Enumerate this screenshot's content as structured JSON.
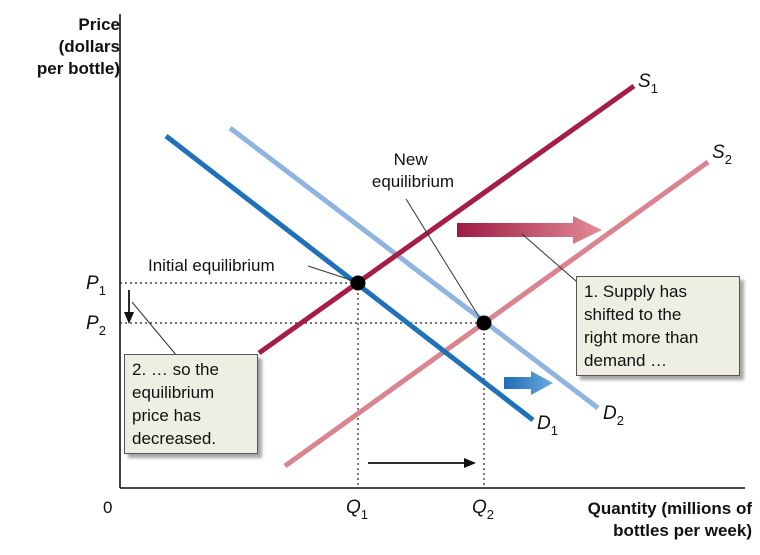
{
  "axes": {
    "y_label_lines": [
      "Price",
      "(dollars",
      "per bottle)"
    ],
    "x_label_lines": [
      "Quantity (millions of",
      "bottles per week)"
    ],
    "origin": "0"
  },
  "ticks": {
    "p1": {
      "main": "P",
      "sub": "1"
    },
    "p2": {
      "main": "P",
      "sub": "2"
    },
    "q1": {
      "main": "Q",
      "sub": "1"
    },
    "q2": {
      "main": "Q",
      "sub": "2"
    }
  },
  "curves": {
    "s1": {
      "main": "S",
      "sub": "1",
      "color": "#a51d48"
    },
    "s2": {
      "main": "S",
      "sub": "2",
      "color": "#d9848e"
    },
    "d1": {
      "main": "D",
      "sub": "1",
      "color": "#1f71b8"
    },
    "d2": {
      "main": "D",
      "sub": "2",
      "color": "#8fb4e0"
    }
  },
  "annotations": {
    "initial_equilibrium": "Initial equilibrium",
    "new_equilibrium_lines": [
      "New",
      "equilibrium"
    ],
    "note1_lines": [
      "1. Supply has",
      "shifted to the",
      "right more than",
      "demand …"
    ],
    "note2_lines": [
      "2. … so the",
      "equilibrium",
      "price has",
      "decreased."
    ]
  },
  "colors": {
    "supply_shift_arrow": "#b8284f",
    "demand_shift_arrow": "#2b7dc4",
    "axis": "#111111",
    "note_bg": "#eeeee2"
  }
}
